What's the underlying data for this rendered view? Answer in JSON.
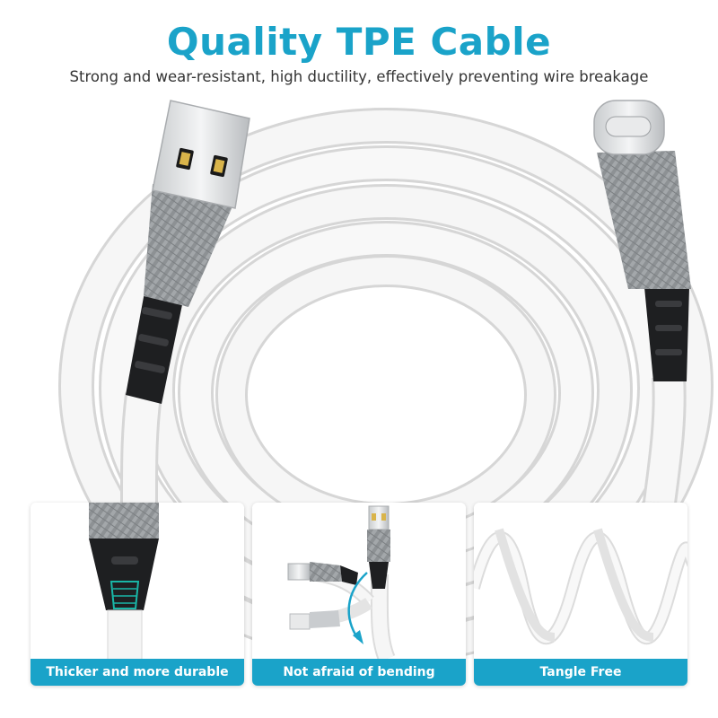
{
  "header": {
    "title": "Quality TPE Cable",
    "subtitle": "Strong and wear-resistant, high ductility, effectively preventing wire breakage"
  },
  "features": [
    {
      "label": "Thicker and more durable",
      "icon": "reinforced-neck-icon"
    },
    {
      "label": "Not afraid of bending",
      "icon": "bend-arrow-icon"
    },
    {
      "label": "Tangle Free",
      "icon": "coiled-cable-icon"
    }
  ],
  "colors": {
    "accent": "#1aa3c9",
    "cable": "#f4f4f4",
    "connector_shell": "#8e9296",
    "strain_relief": "#1e1f21"
  }
}
